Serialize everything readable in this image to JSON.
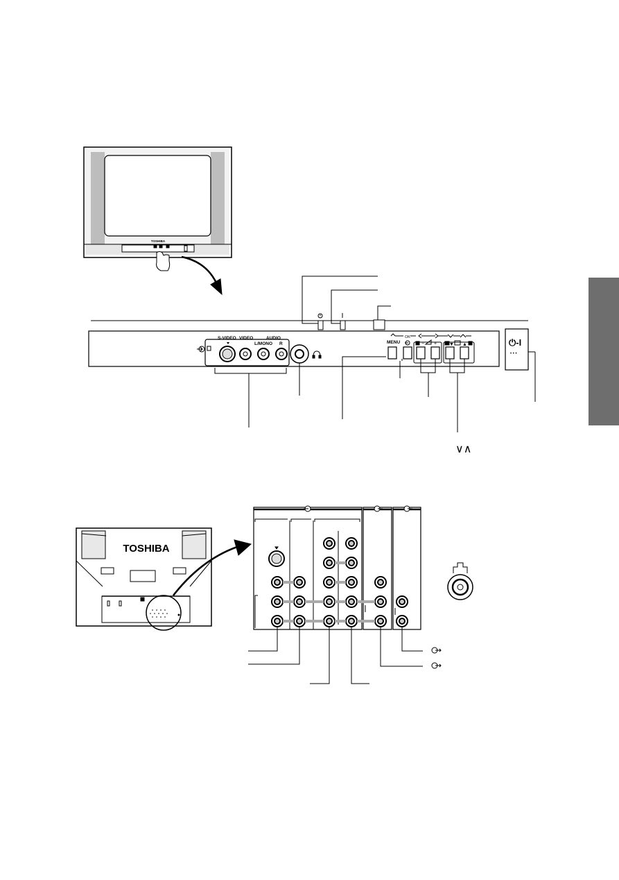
{
  "tv_front": {
    "brand": "TOSHIBA"
  },
  "front_panel": {
    "av_labels": {
      "svideo": "S-VIDEO",
      "video": "VIDEO",
      "audio": "AUDIO",
      "lmono": "L/MONO",
      "r": "R"
    },
    "menu_label": "MENU",
    "ok_label": "OK",
    "vol_minus": "−",
    "vol_plus": "+",
    "prog_down_glyph": "▼",
    "prog_up_glyph": "▲",
    "power_label": "⏻-I",
    "power_dots": "• • •",
    "prog_arrows": "∨∧"
  },
  "tv_rear": {
    "brand": "TOSHIBA"
  },
  "icons": {
    "input_icon": "input-icon",
    "output_icon": "output-icon",
    "headphone_icon": "headphone-icon",
    "timer_icon": "timer-icon",
    "antenna_icon": "antenna-icon"
  }
}
